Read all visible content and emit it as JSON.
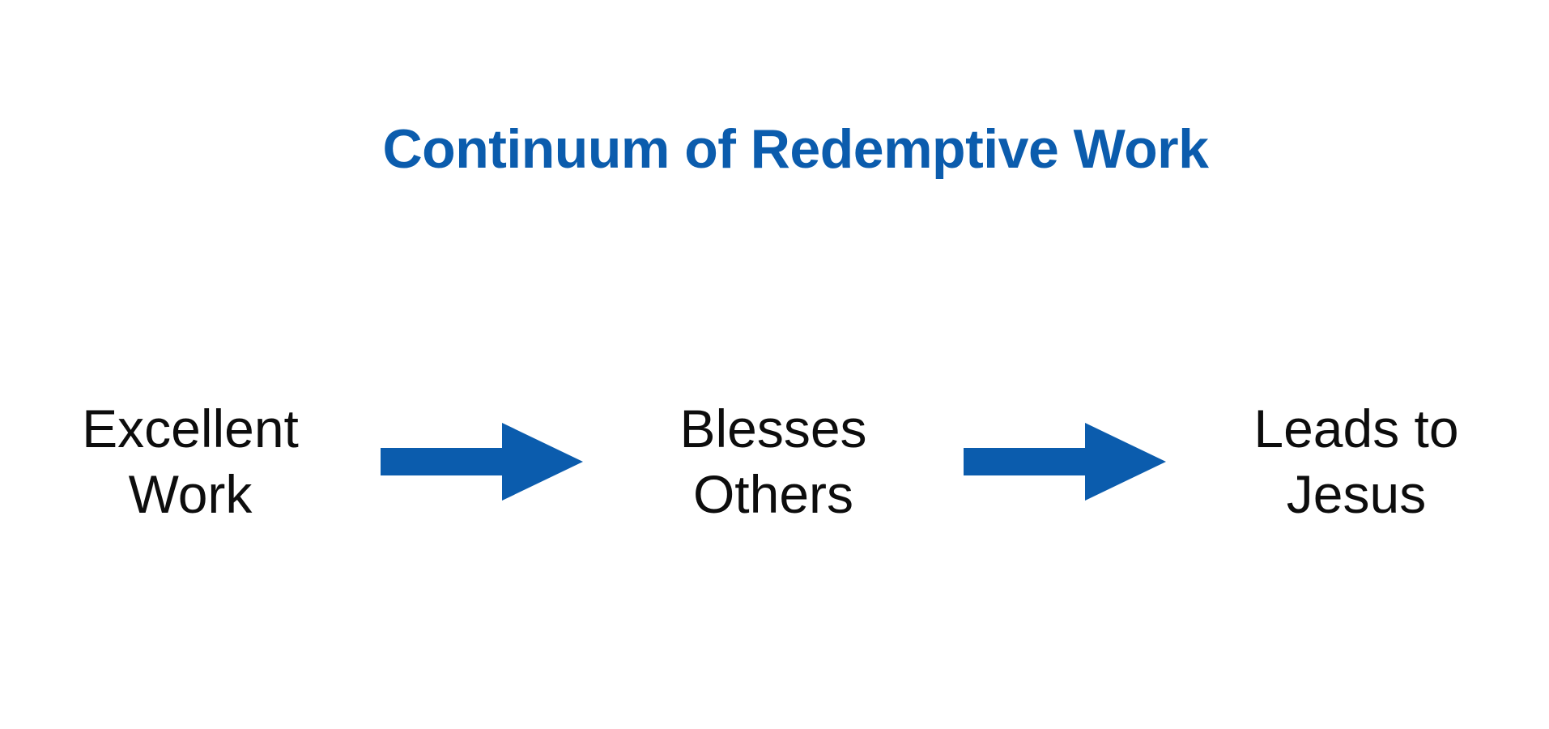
{
  "slide": {
    "background_color": "#ffffff",
    "title": "Continuum of Redemptive Work",
    "title_color": "#0B5CAD",
    "body_text_color": "#0d0d0d",
    "accent_color": "#0B5CAD"
  },
  "flow": {
    "stages": [
      {
        "line1": "Excellent",
        "line2": "Work"
      },
      {
        "line1": "Blesses",
        "line2": "Others"
      },
      {
        "line1": "Leads to",
        "line2": "Jesus"
      }
    ],
    "connectors": [
      {
        "icon": "arrow-right-icon",
        "color": "#0B5CAD"
      },
      {
        "icon": "arrow-right-icon",
        "color": "#0B5CAD"
      }
    ]
  }
}
